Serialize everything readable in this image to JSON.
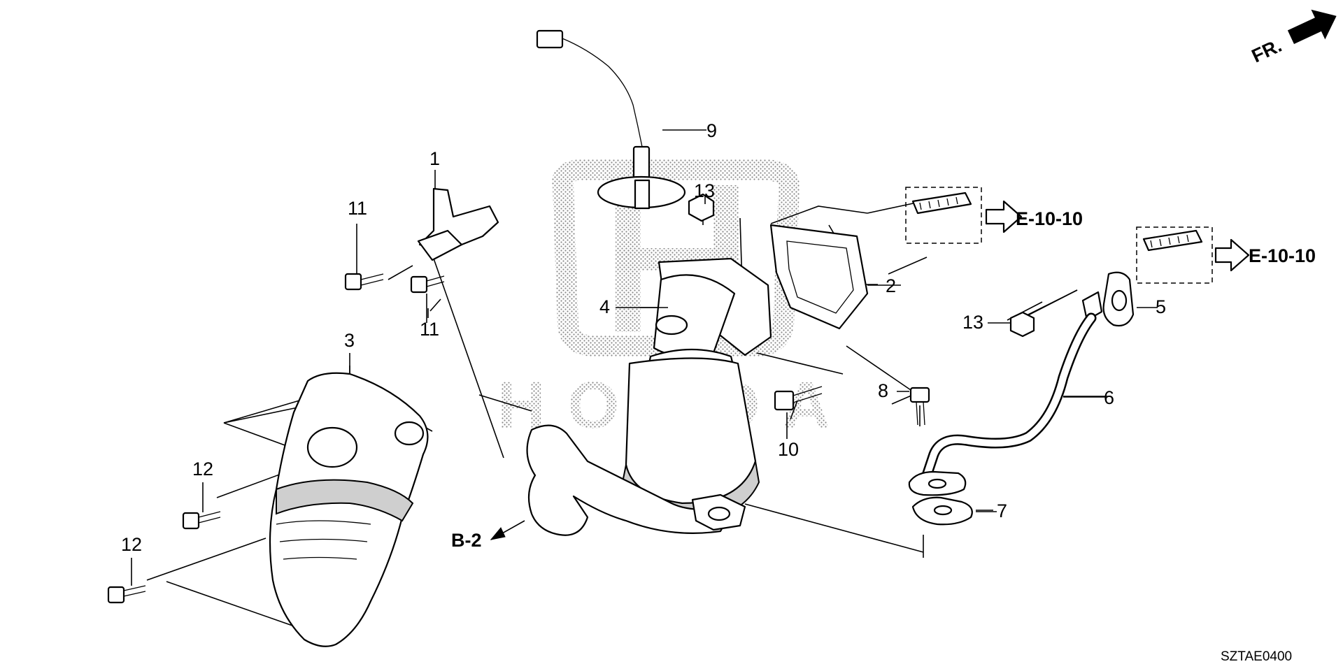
{
  "diagram": {
    "orientation_label": "FR.",
    "part_numbers": {
      "p1": "1",
      "p2": "2",
      "p3": "3",
      "p4": "4",
      "p5": "5",
      "p6": "6",
      "p7": "7",
      "p8": "8",
      "p9": "9",
      "p10": "10",
      "p11a": "11",
      "p11b": "11",
      "p12a": "12",
      "p12b": "12",
      "p13a": "13",
      "p13b": "13"
    },
    "references": {
      "e_upper": "E-10-10",
      "e_right": "E-10-10",
      "b2": "B-2"
    },
    "diagram_code": "SZTAE0400",
    "watermark": "HONDA"
  }
}
